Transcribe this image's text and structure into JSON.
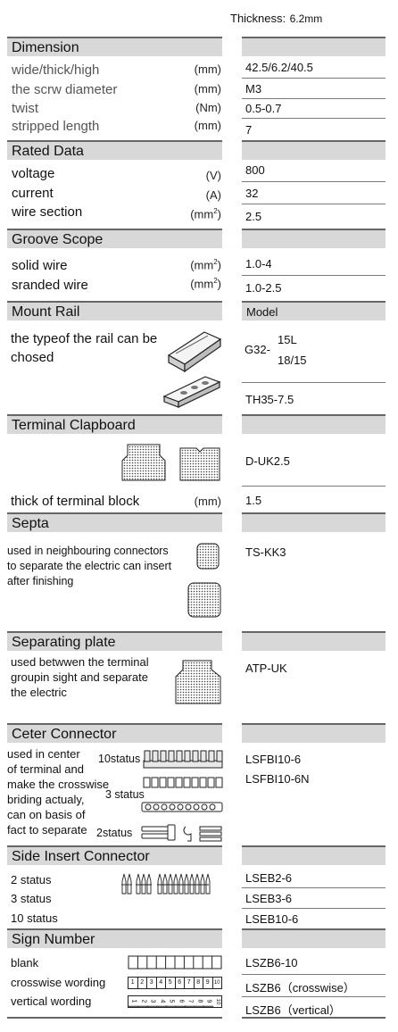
{
  "thickness": {
    "label": "Thickness:",
    "value": "6.2mm"
  },
  "dimension": {
    "title": "Dimension",
    "rows": [
      {
        "label": "wide/thick/high",
        "unit": "(mm)",
        "value": "42.5/6.2/40.5"
      },
      {
        "label": "the scrw diameter",
        "unit": "(mm)",
        "value": "M3"
      },
      {
        "label": "twist",
        "unit": "(Nm)",
        "value": "0.5-0.7"
      },
      {
        "label": "stripped length",
        "unit": "(mm)",
        "value": "7"
      }
    ]
  },
  "rated": {
    "title": "Rated Data",
    "rows": [
      {
        "label": "voltage",
        "unit": "(V)",
        "value": "800"
      },
      {
        "label": "current",
        "unit": "(A)",
        "value": "32"
      },
      {
        "label": "wire section",
        "unit": "(mm",
        "unit_sup": "2",
        "unit_end": ")",
        "value": "2.5"
      }
    ]
  },
  "groove": {
    "title": "Groove Scope",
    "rows": [
      {
        "label": "solid wire",
        "unit": "(mm",
        "unit_sup": "2",
        "unit_end": ")",
        "value": "1.0-4"
      },
      {
        "label": "sranded wire",
        "unit": "(mm",
        "unit_sup": "2",
        "unit_end": ")",
        "value": "1.0-2.5"
      }
    ]
  },
  "mount": {
    "title": "Mount Rail",
    "right_title": "Model",
    "desc_line1": "the typeof the rail can be",
    "desc_line2": "chosed",
    "g32_prefix": "G32-",
    "g32_top": "15L",
    "g32_bottom": "18/15",
    "th35": "TH35-7.5"
  },
  "clapboard": {
    "title": "Terminal Clapboard",
    "model": "D-UK2.5",
    "thick_label": "thick of terminal block",
    "thick_unit": "(mm)",
    "thick_value": "1.5"
  },
  "septa": {
    "title": "Septa",
    "desc": [
      "used in neighbouring connectors",
      "to separate the electric can insert",
      "after finishing"
    ],
    "model": "TS-KK3"
  },
  "separating": {
    "title": "Separating plate",
    "desc": [
      "used betwwen the terminal",
      "groupin sight and separate",
      "the electric"
    ],
    "model": "ATP-UK"
  },
  "center": {
    "title": "Ceter Connector",
    "desc": [
      "used in center",
      "of terminal and",
      "make the crosswise",
      "briding actualy,",
      "can on basis of",
      "fact to separate"
    ],
    "status10": "10status",
    "status3": "3 status",
    "status2": "2status",
    "model1": "LSFBI10-6",
    "model2": "LSFBI10-6N"
  },
  "side": {
    "title": "Side Insert Connector",
    "rows": [
      {
        "label": "2 status",
        "value": "LSEB2-6"
      },
      {
        "label": "3 status",
        "value": "LSEB3-6"
      },
      {
        "label": "10 status",
        "value": "LSEB10-6"
      }
    ]
  },
  "sign": {
    "title": "Sign Number",
    "rows": [
      {
        "label": "blank",
        "value": "LSZB6-10"
      },
      {
        "label": "crosswise wording",
        "value": "LSZB6（crosswise）"
      },
      {
        "label": "vertical wording",
        "value": "LSZB6（vertical）"
      }
    ],
    "digits": [
      "1",
      "2",
      "3",
      "4",
      "5",
      "6",
      "7",
      "8",
      "9",
      "10"
    ]
  }
}
